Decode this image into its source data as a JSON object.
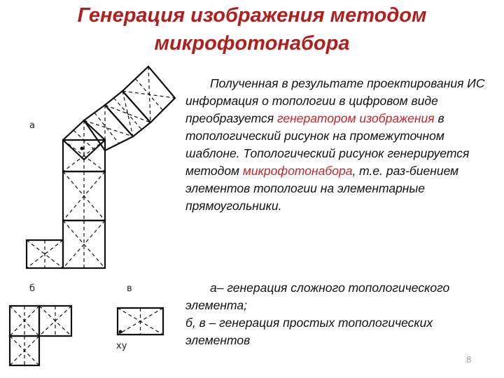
{
  "slide": {
    "title_line1": "Генерация изображения методом",
    "title_line2": "микрофотонабора",
    "para1": {
      "t1": "Полученная в результате проектирования ИС информация о топологии в цифровом виде преобразуется ",
      "h1": "генератором изображения",
      "t2": " в топологический рисунок на промежуточном шаблоне. Топологический рисунок генерируется методом ",
      "h2": "микрофотонабора",
      "t3": ", т.е. раз-биением элементов топологии на элементарные прямоугольники."
    },
    "para2": {
      "line1": "а– генерация сложного топологического",
      "line2": "элемента;",
      "line3": "б, в – генерация простых топологических",
      "line4": "элементов"
    },
    "figure_labels": {
      "a": "а",
      "b": "б",
      "v": "в",
      "xy": "xy"
    },
    "page_number": "8"
  }
}
